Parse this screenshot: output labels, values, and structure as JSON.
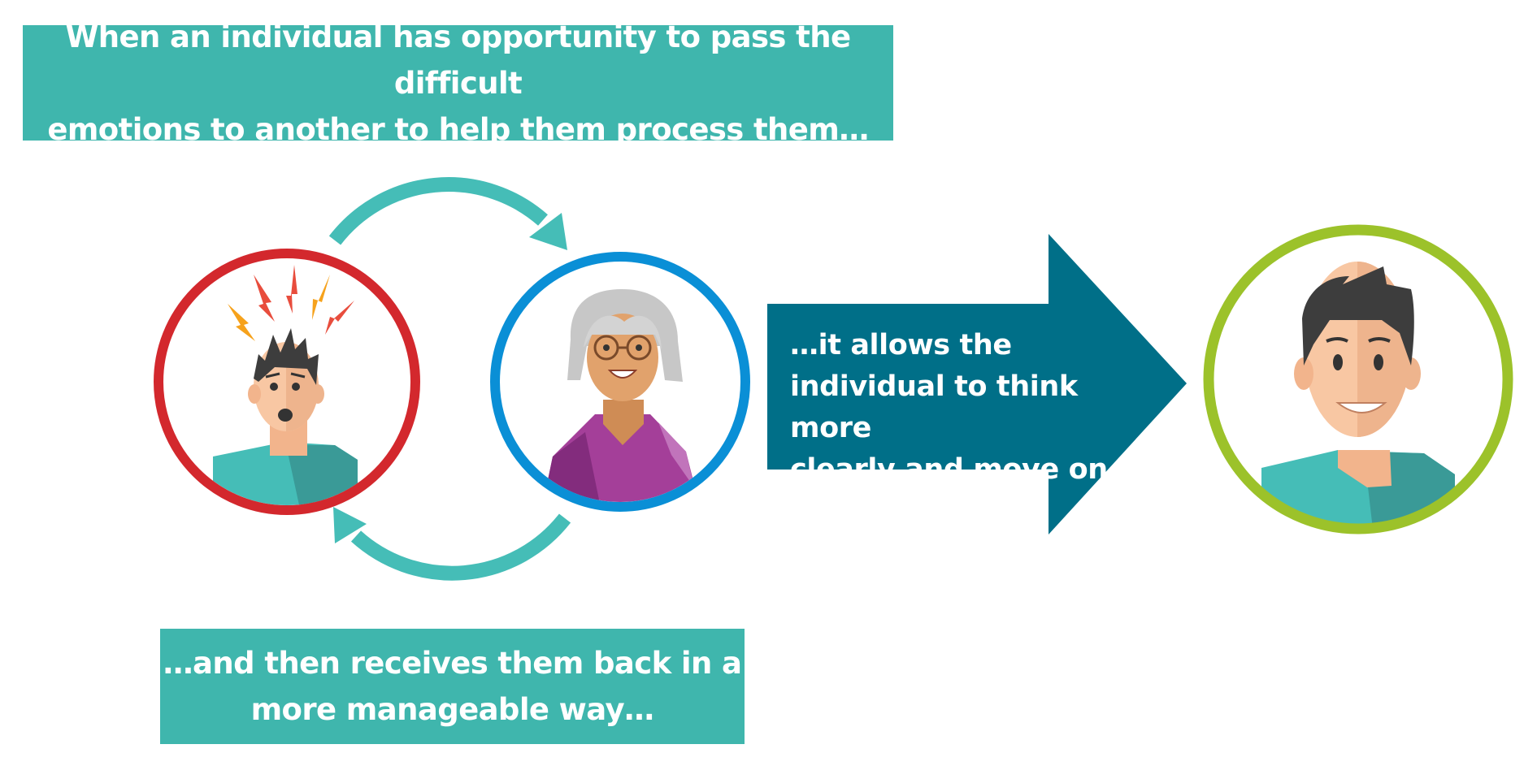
{
  "banners": {
    "top": {
      "line1": "When an individual has opportunity to pass the difficult",
      "line2": "emotions to another to help them process them…"
    },
    "bottom": {
      "line1": "…and then receives them back in a",
      "line2": "more manageable way…"
    }
  },
  "big_arrow": {
    "line1": "…it allows the",
    "line2": "individual to think more",
    "line3": "clearly and move on"
  },
  "colors": {
    "teal_banner": "#3fb6ad",
    "cycle_arrow": "#45bdb7",
    "big_arrow": "#006f88",
    "stressed_ring": "#d3282d",
    "helper_ring": "#0a8fd6",
    "calm_ring": "#9cc22a"
  },
  "figures": [
    "stressed-person",
    "helper-person",
    "calm-person"
  ]
}
